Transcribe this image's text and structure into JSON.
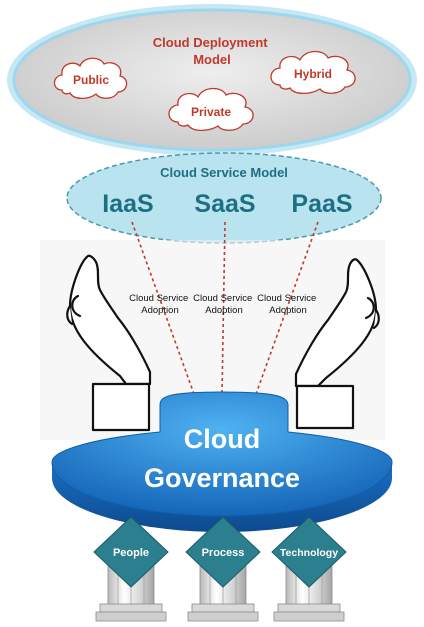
{
  "deployment_model": {
    "title_line1": "Cloud Deployment",
    "title_line2": "Model",
    "clouds": [
      "Public",
      "Private",
      "Hybrid"
    ]
  },
  "service_model": {
    "title": "Cloud Service Model",
    "services": [
      "IaaS",
      "SaaS",
      "PaaS"
    ]
  },
  "adoption": {
    "line1": "Cloud Service",
    "line2": "Adoption"
  },
  "governance": {
    "line1": "Cloud",
    "line2": "Governance"
  },
  "pillars": [
    "People",
    "Process",
    "Technology"
  ],
  "colors": {
    "deployment_text": "#c0392b",
    "service_text": "#1f6f84",
    "dome_blue": "#1e7ed0",
    "pillar_teal": "#2b7f8e",
    "adoption_line": "#c0392b"
  }
}
